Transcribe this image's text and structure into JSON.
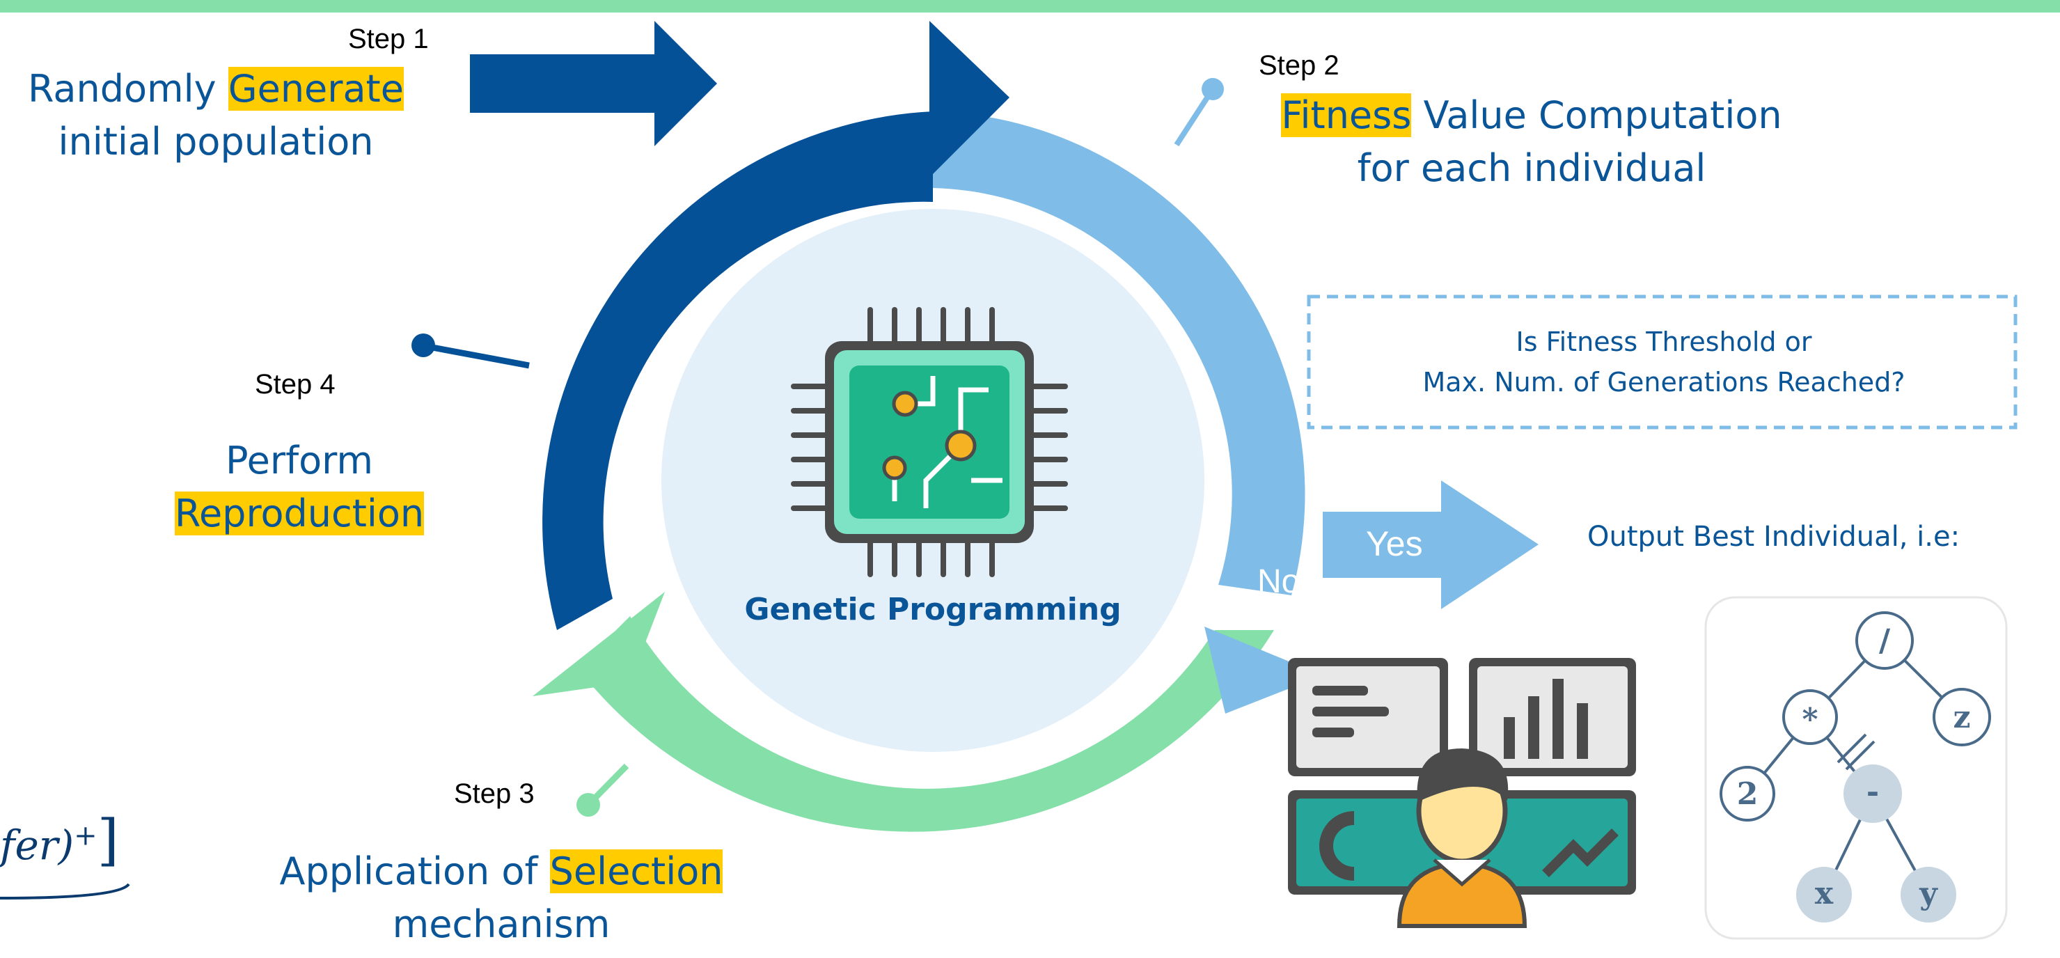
{
  "steps": {
    "step1": {
      "label": "Step 1",
      "line1_pre": "Randomly ",
      "line1_hl": "Generate",
      "line2": "initial population"
    },
    "step2": {
      "label": "Step 2",
      "line1_hl": "Fitness",
      "line1_post": " Value Computation",
      "line2": "for each individual"
    },
    "step3": {
      "label": "Step 3",
      "line1_pre": "Application of ",
      "line1_hl": "Selection",
      "line2": "mechanism"
    },
    "step4": {
      "label": "Step 4",
      "line1": "Perform",
      "line2_hl": "Reproduction"
    }
  },
  "center": {
    "label": "Genetic Programming",
    "icon": "cpu-chip-icon"
  },
  "decision": {
    "line1": "Is Fitness Threshold or",
    "line2": "Max. Num. of Generations Reached?",
    "yes": "Yes",
    "no": "No"
  },
  "output": {
    "label": "Output Best Individual, i.e:",
    "tree_icon": "expression-tree-icon",
    "analyst_icon": "data-analyst-icon",
    "tree_nodes": [
      "/",
      "*",
      "z",
      "2",
      "-",
      "x",
      "y"
    ]
  },
  "formula_fragment": {
    "base": "fer)",
    "sup": "+",
    "bracket": "]"
  },
  "colors": {
    "dark_blue": "#0a5598",
    "light_blue": "#7fbde8",
    "green": "#84dfa9",
    "inner": "#e3f0f9",
    "highlight": "#ffcc00"
  }
}
